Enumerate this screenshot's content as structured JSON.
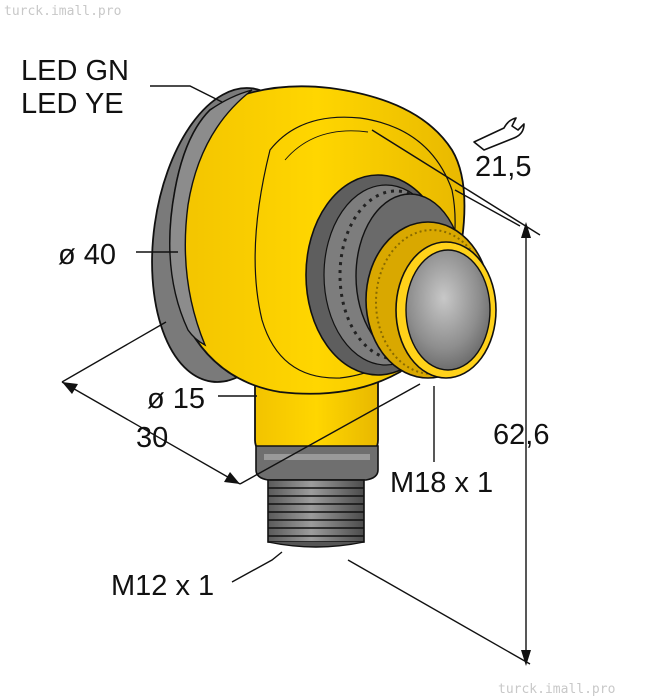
{
  "watermark_top": "turck.imall.pro",
  "watermark_bottom": "turck.imall.pro",
  "labels": {
    "led_gn": "LED GN",
    "led_ye": "LED YE",
    "wrench_size": "21,5",
    "diameter_40": "ø 40",
    "diameter_15": "ø 15",
    "depth_30": "30",
    "height": "62,6",
    "thread_m18": "M18 x 1",
    "thread_m12": "M12 x 1"
  },
  "icons": {
    "wrench": "wrench-icon"
  },
  "colors": {
    "housing_yellow": "#ffd500",
    "ring_gray": "#8c8c8c",
    "nut_gray": "#6e6e6e",
    "lens_gray": "#9a9a9a"
  }
}
